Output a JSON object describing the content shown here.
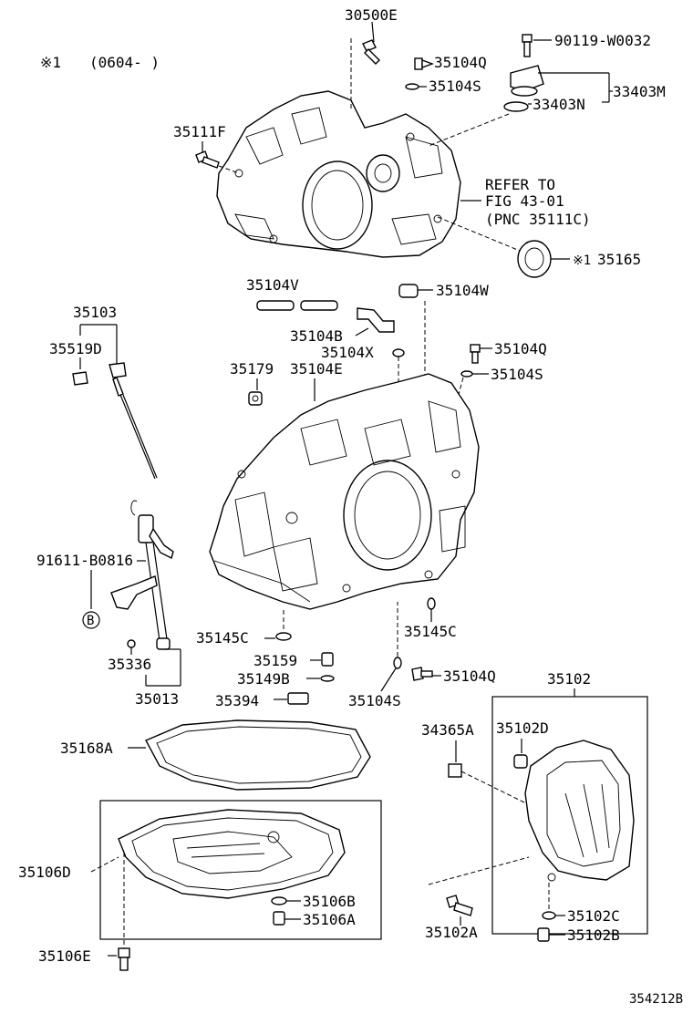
{
  "labels": {
    "n30500E": "30500E",
    "n90119": "90119-W0032",
    "n35104Q_top": "35104Q",
    "n35104S_top": "35104S",
    "n33403M": "33403M",
    "n33403N": "33403N",
    "n35111F": "35111F",
    "n35165": "35165",
    "n35104V": "35104V",
    "n35104W": "35104W",
    "n35104B": "35104B",
    "n35103": "35103",
    "n35519D": "35519D",
    "n35104X": "35104X",
    "n35104Q_mid": "35104Q",
    "n35104S_mid": "35104S",
    "n35179": "35179",
    "n35104E": "35104E",
    "n91611": "91611-B0816",
    "n35145C_left": "35145C",
    "n35145C_right": "35145C",
    "n35159": "35159",
    "n35149B": "35149B",
    "n35394": "35394",
    "n35104Q_low": "35104Q",
    "n35104S_low": "35104S",
    "n35336": "35336",
    "n35013": "35013",
    "n35102": "35102",
    "n34365A": "34365A",
    "n35102D": "35102D",
    "n35168A": "35168A",
    "n35106D": "35106D",
    "n35106B": "35106B",
    "n35106A": "35106A",
    "n35106E": "35106E",
    "n35102A": "35102A",
    "n35102C": "35102C",
    "n35102B": "35102B"
  },
  "note_star": "※1",
  "note_range": "(0604-      )",
  "refer": {
    "line1": "REFER TO",
    "line2": "FIG 43-01",
    "line3": "(PNC 35111C)"
  },
  "star_ref": "※1",
  "circle_b": "B",
  "figure_id": "354212B"
}
